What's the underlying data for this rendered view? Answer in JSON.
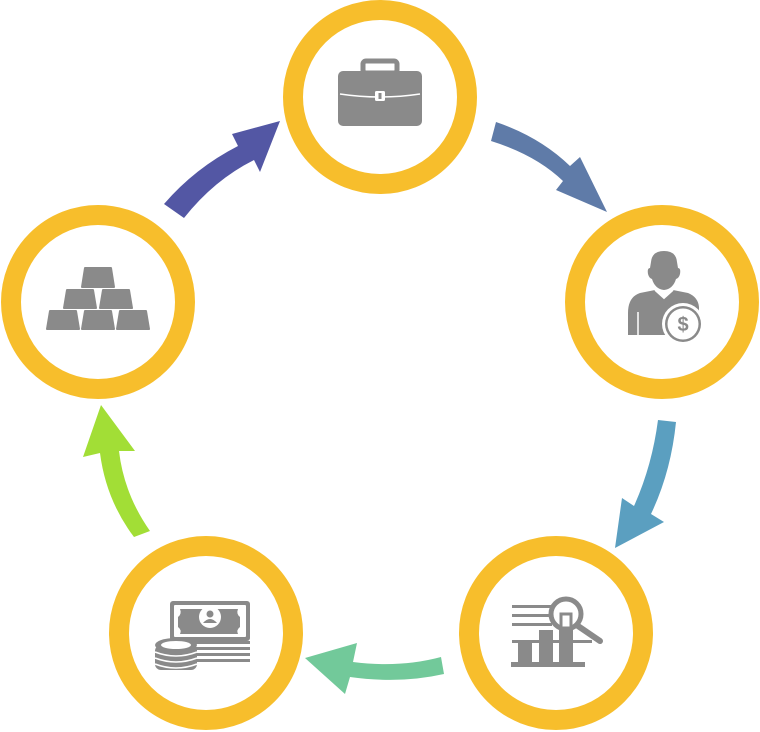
{
  "diagram": {
    "title": "",
    "type": "cycle",
    "ring_color": "#F7BE2C",
    "icon_color": "#8A8A8A",
    "steps": [
      {
        "id": "briefcase",
        "icon": "briefcase-icon",
        "label": ""
      },
      {
        "id": "investor",
        "icon": "person-dollar-icon",
        "label": ""
      },
      {
        "id": "analysis",
        "icon": "chart-magnifier-icon",
        "label": ""
      },
      {
        "id": "cash",
        "icon": "cash-coins-icon",
        "label": ""
      },
      {
        "id": "gold",
        "icon": "gold-bars-icon",
        "label": ""
      }
    ],
    "arrows": [
      {
        "from": "gold",
        "to": "briefcase",
        "color": "#5357A4"
      },
      {
        "from": "briefcase",
        "to": "investor",
        "color": "#5F7BA8"
      },
      {
        "from": "investor",
        "to": "analysis",
        "color": "#5B9FC0"
      },
      {
        "from": "analysis",
        "to": "cash",
        "color": "#72C99A"
      },
      {
        "from": "cash",
        "to": "gold",
        "color": "#A2DE36"
      }
    ]
  }
}
